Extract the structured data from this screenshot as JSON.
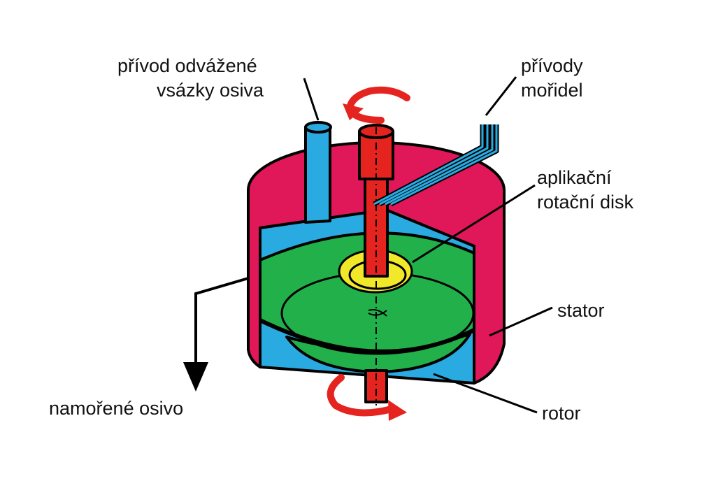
{
  "labels": {
    "feed_line1": "přívod odvážené",
    "feed_line2": "vsázky osiva",
    "reagent_line1": "přívody",
    "reagent_line2": "mořidel",
    "disk_line1": "aplikační",
    "disk_line2": "rotační disk",
    "stator": "stator",
    "output": "namořené osivo",
    "rotor": "rotor"
  },
  "colors": {
    "stator": "#e0185a",
    "interior": "#29abe2",
    "disk": "#22b04a",
    "hub": "#f2e82a",
    "shaft": "#e52420",
    "rotation_arrows": "#e52420"
  }
}
